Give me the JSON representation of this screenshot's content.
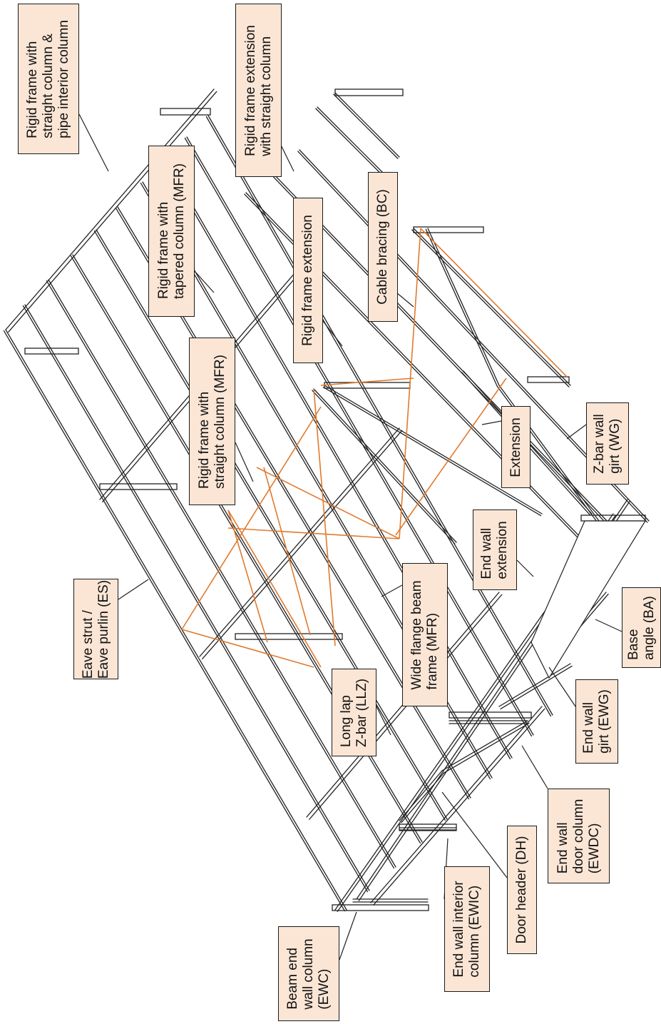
{
  "diagram": {
    "callouts": {
      "rf_pipe": "Rigid frame with\nstraight column &\npipe interior column",
      "rf_ext_straight": "Rigid frame extension\nwith straight column",
      "rf_tapered": "Rigid frame with\ntapered column (MFR)",
      "rf_ext": "Rigid frame extension",
      "cable": "Cable bracing (BC)",
      "rf_straight": "Rigid frame with\nstraight column (MFR)",
      "extension": "Extension",
      "zbar_girt": "Z-bar wall\ngirt (WG)",
      "end_wall_ext": "End wall\nextension",
      "eave_strut": "Eave strut /\nEave purlin (ES)",
      "wide_flange": "Wide flange beam\nframe (MFR)",
      "base_angle": "Base\nangle (BA)",
      "long_lap": "Long lap\nZ-bar (LLZ)",
      "end_wall_girt": "End wall\ngirt (EWG)",
      "end_wall_door_col": "End wall\ndoor column\n(EWDC)",
      "door_header": "Door header (DH)",
      "end_wall_interior": "End wall interior\ncolumn (EWIC)",
      "beam_end_wall": "Beam end\nwall column\n(EWC)"
    }
  }
}
